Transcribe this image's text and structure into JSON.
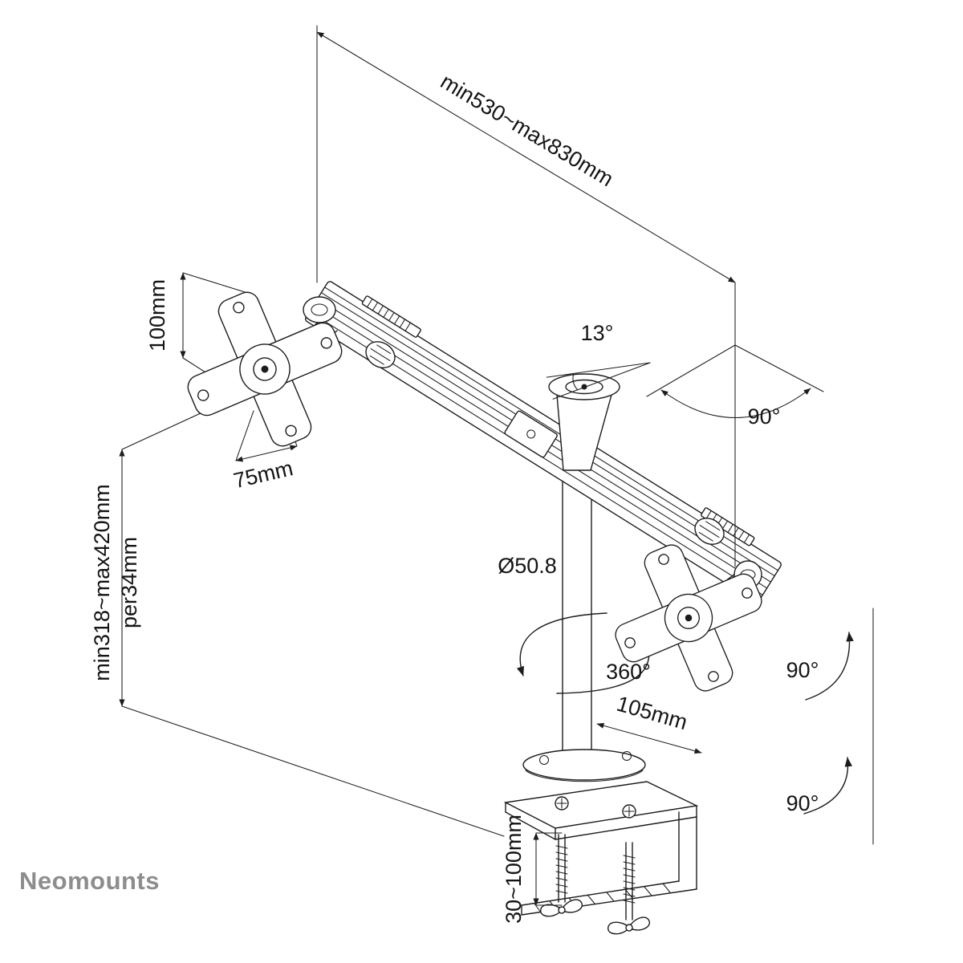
{
  "page": {
    "background": "#ffffff",
    "line_color": "#1c1c1c",
    "text_color": "#141414"
  },
  "logo": {
    "text": "Neomounts",
    "color": "#8d8d8d"
  },
  "labels": {
    "arm_length": "min530~max830mm",
    "vesa_height": "100mm",
    "vesa_width": "75mm",
    "height_range": "min318~max420mm",
    "height_step": "per34mm",
    "pole_diameter": "Ø50.8",
    "tilt_angle": "13°",
    "swivel_angle": "90°",
    "rotation_angle": "360°",
    "base_offset": "105mm",
    "tilt_upper": "90°",
    "tilt_lower": "90°",
    "clamp_range": "30~100mm"
  }
}
